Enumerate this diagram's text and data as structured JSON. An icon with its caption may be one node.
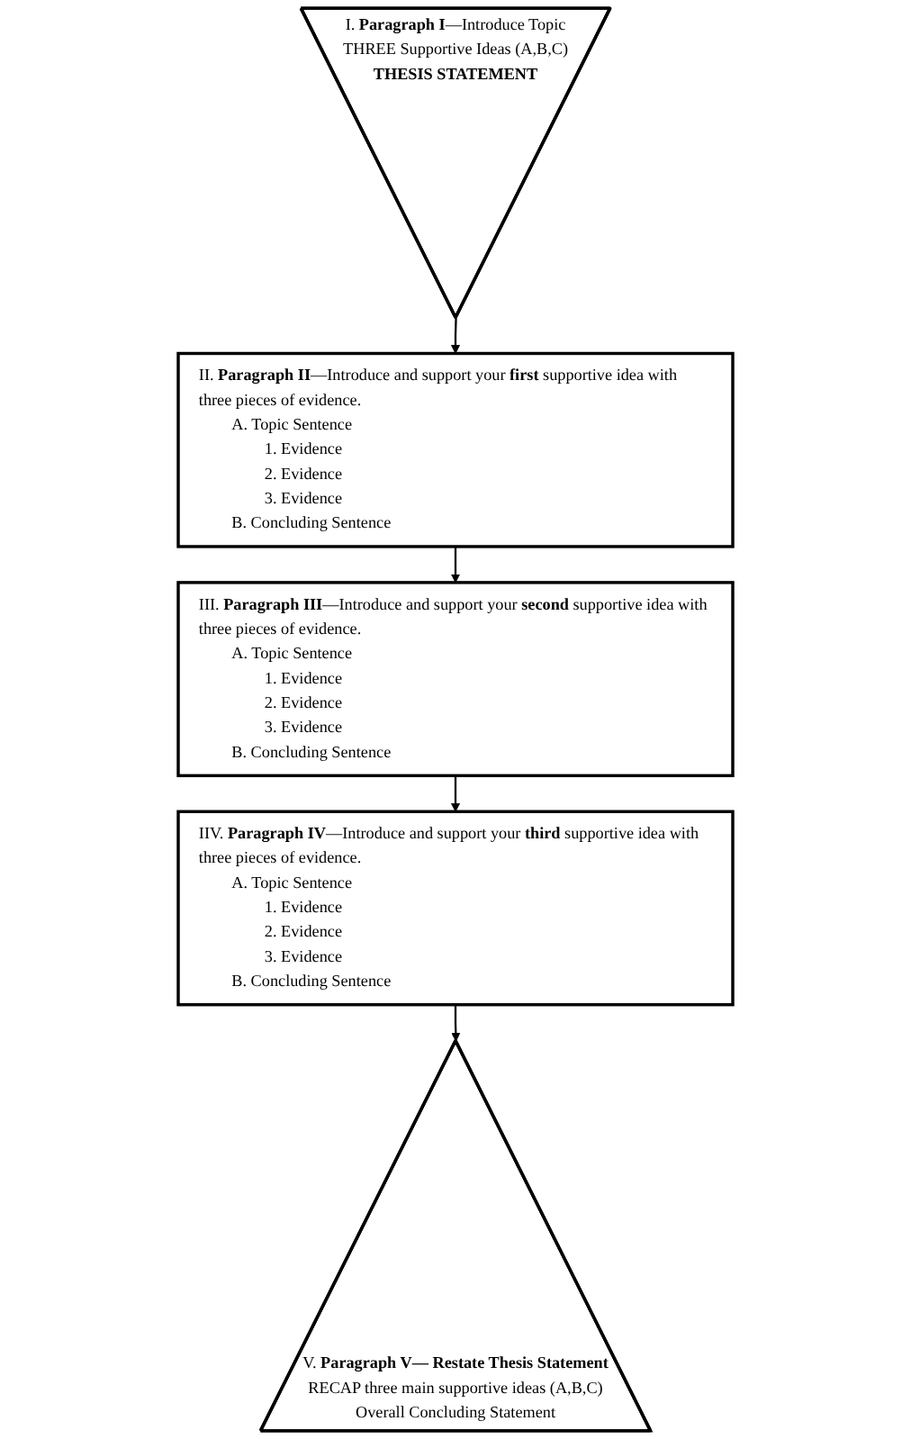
{
  "diagram": {
    "nodes": [
      {
        "text": [
          "I. **Paragraph I**—Introduce Topic",
          "THREE Supportive Ideas (A,B,C)",
          "**THESIS STATEMENT**"
        ]
      },
      {
        "text": [
          "II. **Paragraph II**—Introduce and support your **first** supportive idea with three pieces of evidence.",
          "A. Topic Sentence",
          "1. Evidence",
          "2. Evidence",
          "3. Evidence",
          "B. Concluding Sentence"
        ]
      },
      {
        "text": [
          "III. **Paragraph III**—Introduce and support your **second** supportive idea with three pieces of evidence.",
          "A. Topic Sentence",
          "1. Evidence",
          "2. Evidence",
          "3. Evidence",
          "B. Concluding Sentence"
        ]
      },
      {
        "text": [
          "IIV. **Paragraph IV**—Introduce and support your **third** supportive idea with three pieces of evidence.",
          "A. Topic Sentence",
          "1. Evidence",
          "2. Evidence",
          "3. Evidence",
          "B. Concluding Sentence"
        ]
      },
      {
        "text": [
          "V. **Paragraph V— Restate Thesis Statement**",
          "RECAP three main supportive ideas (A,B,C)",
          "Overall Concluding Statement"
        ]
      }
    ],
    "edges": [
      {
        "from": 0,
        "to": 1,
        "arrow": "to"
      },
      {
        "from": 1,
        "to": 2,
        "arrow": "to"
      },
      {
        "from": 2,
        "to": 3,
        "arrow": "to"
      },
      {
        "from": 3,
        "to": 4,
        "arrow": "to"
      }
    ]
  }
}
